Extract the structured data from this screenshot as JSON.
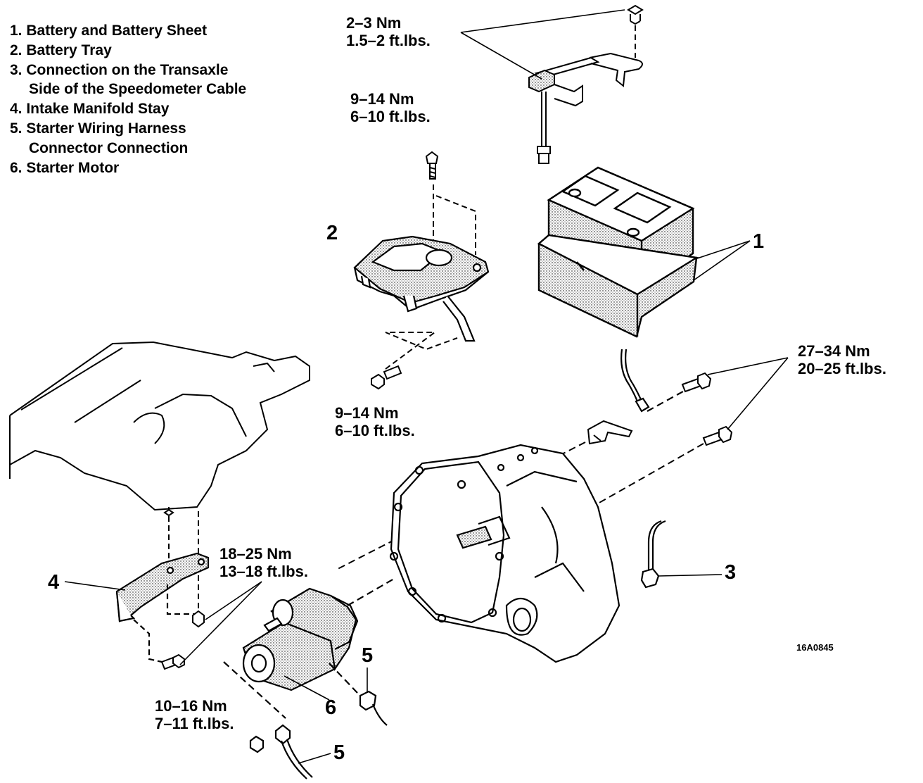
{
  "legend": {
    "item1": "1. Battery and Battery Sheet",
    "item2": "2. Battery Tray",
    "item3a": "3. Connection on the Transaxle",
    "item3b": "Side of the Speedometer Cable",
    "item4": "4. Intake Manifold Stay",
    "item5a": "5. Starter Wiring Harness",
    "item5b": "Connector Connection",
    "item6": "6. Starter Motor"
  },
  "torques": {
    "t1": {
      "nm": "2–3 Nm",
      "ftlbs": "1.5–2 ft.lbs."
    },
    "t2": {
      "nm": "9–14 Nm",
      "ftlbs": "6–10 ft.lbs."
    },
    "t3": {
      "nm": "9–14 Nm",
      "ftlbs": "6–10 ft.lbs."
    },
    "t4": {
      "nm": "27–34 Nm",
      "ftlbs": "20–25 ft.lbs."
    },
    "t5": {
      "nm": "18–25 Nm",
      "ftlbs": "13–18 ft.lbs."
    },
    "t6": {
      "nm": "10–16 Nm",
      "ftlbs": "7–11 ft.lbs."
    }
  },
  "callouts": {
    "c1": "1",
    "c2": "2",
    "c3": "3",
    "c4": "4",
    "c5a": "5",
    "c5b": "5",
    "c6": "6"
  },
  "figure_code": "16A0845"
}
